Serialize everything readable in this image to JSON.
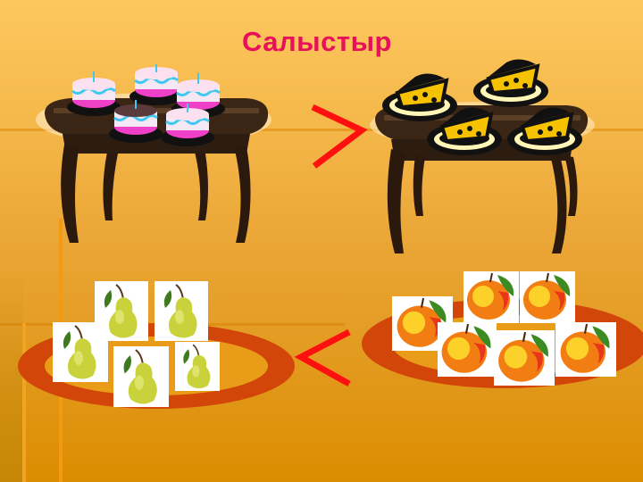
{
  "slide": {
    "title": "Салыстыр",
    "title_color": "#e8105a",
    "background": {
      "top": "#fdc75e",
      "bottom": "#dc8c00"
    }
  },
  "comparisons": [
    {
      "left_group": {
        "item": "cake",
        "icon": "birthday-cake-icon",
        "count": 5,
        "on": "table"
      },
      "symbol": ">",
      "right_group": {
        "item": "cheese",
        "icon": "cheese-slice-icon",
        "count": 4,
        "on": "table"
      }
    },
    {
      "left_group": {
        "item": "pear",
        "icon": "pear-icon",
        "count": 5,
        "on": "plate"
      },
      "symbol": "<",
      "right_group": {
        "item": "apple",
        "icon": "apple-icon",
        "count": 6,
        "on": "plate"
      }
    }
  ],
  "colors": {
    "symbol": "#ff1010",
    "plate_ring": "#d2460a",
    "table_wood": "#3b2514",
    "cheese": "#f6c200",
    "cake_pink": "#f040c8",
    "cake_blue": "#40c8f0"
  }
}
